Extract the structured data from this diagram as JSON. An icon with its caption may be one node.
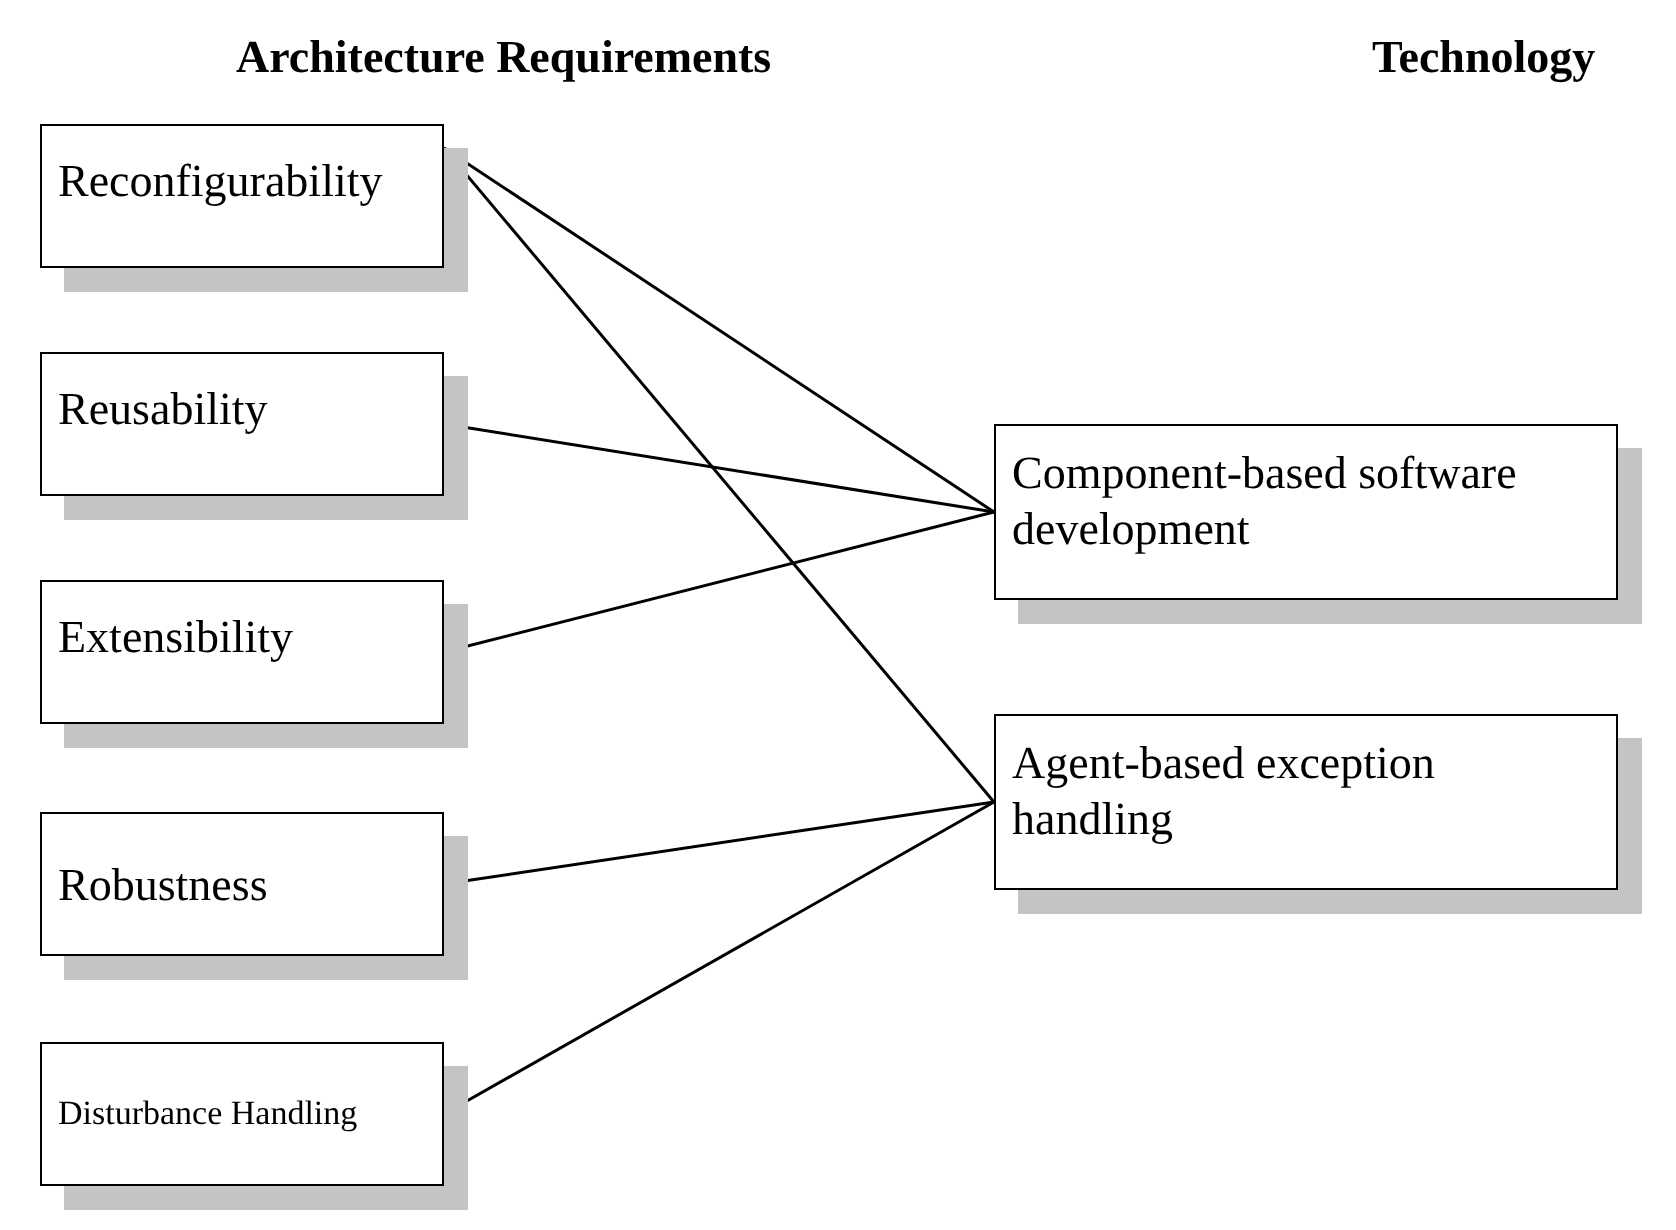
{
  "diagram": {
    "nodes": [
      {
        "text": [
          "Reconfigurability"
        ]
      },
      {
        "text": [
          "Reusability"
        ]
      },
      {
        "text": [
          "Extensibility"
        ]
      },
      {
        "text": [
          "Robustness"
        ]
      },
      {
        "text": [
          "Disturbance Handling"
        ]
      },
      {
        "text": [
          "Component-based software development"
        ]
      },
      {
        "text": [
          "Agent-based exception handling"
        ]
      }
    ],
    "edges": [
      {
        "from": 0,
        "to": 5,
        "arrow": "none"
      },
      {
        "from": 0,
        "to": 6,
        "arrow": "none"
      },
      {
        "from": 1,
        "to": 5,
        "arrow": "none"
      },
      {
        "from": 2,
        "to": 5,
        "arrow": "none"
      },
      {
        "from": 3,
        "to": 6,
        "arrow": "none"
      },
      {
        "from": 4,
        "to": 6,
        "arrow": "none"
      }
    ],
    "labels": [
      "Architecture Requirements",
      "Technology"
    ]
  }
}
